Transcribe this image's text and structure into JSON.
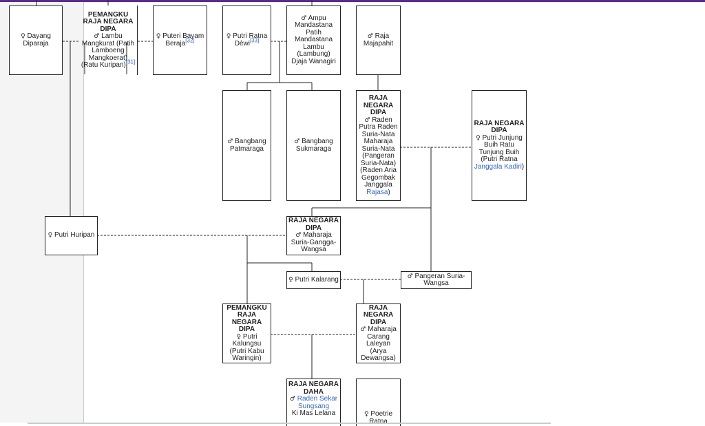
{
  "symbols": {
    "male": "♂",
    "female": "♀"
  },
  "nodes": {
    "dayang": {
      "name": "Dayang Diparaja",
      "sym": "♀"
    },
    "lambu": {
      "title": "PEMANGKU RAJA NEGARA DIPA",
      "sym": "♂",
      "text": "Lambu Mangkurat (Patih Lamboeng Mangkoerat) (Ratu Kuripan)",
      "ref": "[31]"
    },
    "bayam": {
      "name": "Puteri Bayam Beraja",
      "sym": "♀",
      "ref": "[32]"
    },
    "ratna_dewi": {
      "name": "Putri Ratna Dèwi",
      "sym": "♀",
      "ref": "[33]"
    },
    "ampu": {
      "name": "Ampu Mandastana Patih Mandastana Lambu (Lambung) Djaja Wanagiri",
      "sym": "♂"
    },
    "majapahit": {
      "name": "Raja Majapahit",
      "sym": "♂"
    },
    "patmaraga": {
      "name": "Bangbang Patmaraga",
      "sym": "♂"
    },
    "sukmaraga": {
      "name": "Bangbang Sukmaraga",
      "sym": "♂"
    },
    "suria_nata": {
      "title": "RAJA NEGARA DIPA",
      "sym": "♂",
      "text": "Raden Putra Raden Suria-Nata Maharaja Suria-Nata (Pangeran Suria-Nata) (Raden Aria Gegombak Janggala",
      "link": "Rajasa",
      "tail": ")"
    },
    "junjung": {
      "title": "RAJA NEGARA DIPA",
      "sym": "♀",
      "text": "Putri Junjung Buih Ratu Tunjung Buih (Putri Ratna",
      "link": "Janggala Kadiri",
      "tail": ")"
    },
    "huripan": {
      "name": "Putri Huripan",
      "sym": "♀"
    },
    "gangga": {
      "title": "RAJA NEGARA DIPA",
      "sym": "♂",
      "text": "Maharaja Suria-Gangga-Wangsa"
    },
    "kalarang": {
      "name": "Putri Kalarang",
      "sym": "♀"
    },
    "suria_wangsa": {
      "name": "Pangeran Suria-Wangsa",
      "sym": "♂"
    },
    "kalungsu": {
      "title": "PEMANGKU RAJA NEGARA DIPA",
      "sym": "♀",
      "text": "Putri Kalungsu (Putri Kabu Waringin)"
    },
    "carang": {
      "title": "RAJA NEGARA DIPA",
      "sym": "♂",
      "text": "Maharaja Carang Laleyan (Arya Dewangsa)"
    },
    "daha": {
      "title": "RAJA NEGARA DAHA",
      "sym": "♂",
      "link": "Raden Sekar Sungsang",
      "text": "Ki Mas Lelana"
    },
    "poetrie": {
      "name": "Poetrie Ratna",
      "sym": "♀"
    }
  }
}
